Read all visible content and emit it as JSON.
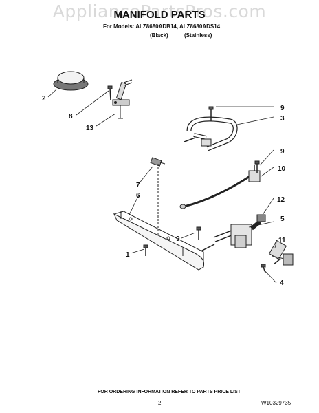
{
  "watermark": "AppliancePartsPros.com",
  "header": {
    "title": "MANIFOLD PARTS",
    "models_line": "For Models: ALZ8680ADB14, ALZ8680ADS14",
    "variants": [
      "(Black)",
      "(Stainless)"
    ]
  },
  "callouts": [
    "2",
    "8",
    "13",
    "9",
    "3",
    "9",
    "10",
    "7",
    "6",
    "12",
    "5",
    "9",
    "11",
    "1",
    "4"
  ],
  "footer": {
    "ordering_note": "FOR ORDERING INFORMATION REFER TO PARTS PRICE LIST",
    "page_number": "2",
    "document_number": "W10329735"
  }
}
